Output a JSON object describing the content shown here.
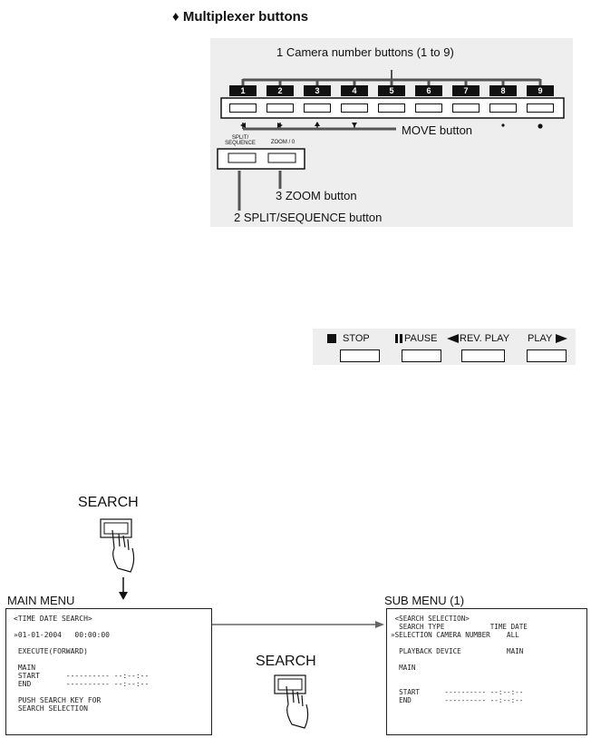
{
  "heading": "♦ Multiplexer buttons",
  "camera_numbers": [
    "1",
    "2",
    "3",
    "4",
    "5",
    "6",
    "7",
    "8",
    "9"
  ],
  "labels": {
    "camera_buttons": "1 Camera number buttons (1 to 9)",
    "move_button": "MOVE button",
    "split_small": "SPLIT/\nSEQUENCE",
    "zoom_small": "ZOOM / 0",
    "zoom_button": "3 ZOOM button",
    "split_button": "2 SPLIT/SEQUENCE button"
  },
  "playback": {
    "stop": "STOP",
    "pause": "PAUSE",
    "rev_play": "REV. PLAY",
    "play": "PLAY"
  },
  "search_label": "SEARCH",
  "main_menu": {
    "title": "MAIN MENU",
    "lines": "<TIME DATE SEARCH>\n\n»01-01-2004   00:00:00\n\n EXECUTE(FORWARD)\n\n MAIN\n START      ---------- --:--:--\n END        ---------- --:--:--\n\n PUSH SEARCH KEY FOR\n SEARCH SELECTION"
  },
  "sub_menu": {
    "title": "SUB MENU (1)",
    "lines": " <SEARCH SELECTION>\n  SEARCH TYPE           TIME DATE\n»SELECTION CAMERA NUMBER    ALL\n\n  PLAYBACK DEVICE           MAIN\n\n  MAIN\n\n\n  START      ---------- --:--:--\n  END        ---------- --:--:--"
  }
}
